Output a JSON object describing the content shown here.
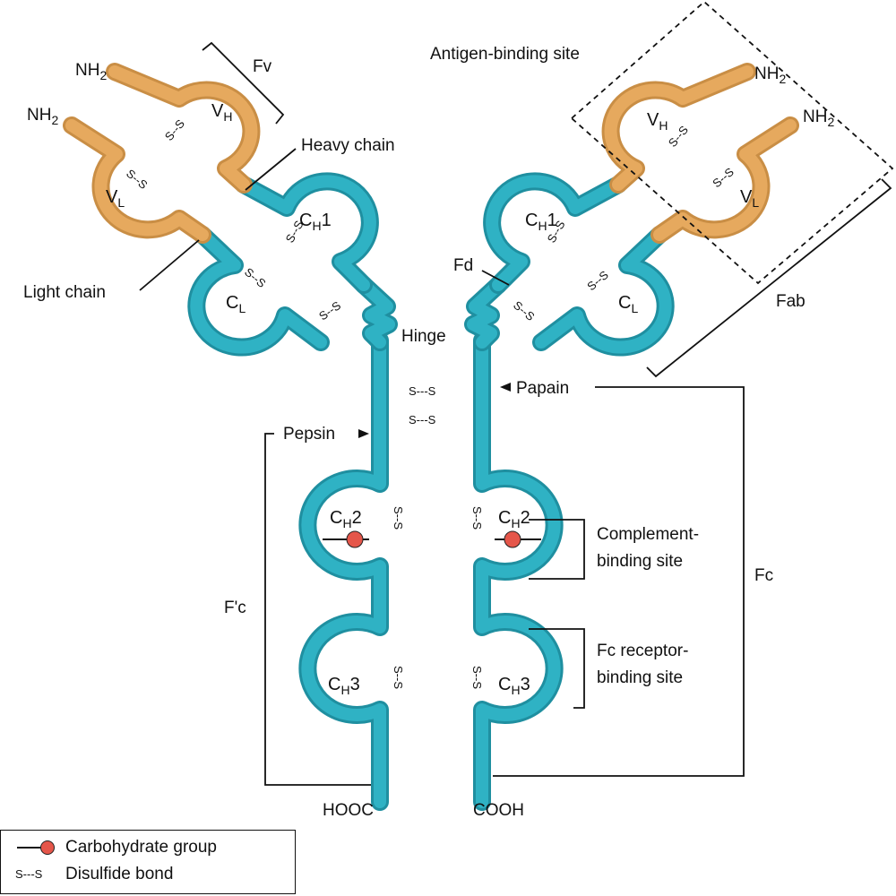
{
  "colors": {
    "heavy_chain_constant": "#2fb2c4",
    "variable_region": "#e6a95e",
    "carbohydrate": "#e5564a"
  },
  "labels": {
    "nh2": "NH",
    "nh2_sub": "2",
    "fv": "Fv",
    "heavy_chain": "Heavy chain",
    "light_chain": "Light chain",
    "antigen_binding_site": "Antigen-binding site",
    "fd": "Fd",
    "fab": "Fab",
    "hinge": "Hinge",
    "papain": "Papain",
    "pepsin": "Pepsin",
    "fc": "Fc",
    "f_prime_c": "F'c",
    "complement_line1": "Complement-",
    "complement_line2": "binding site",
    "fc_receptor_line1": "Fc receptor-",
    "fc_receptor_line2": "binding site",
    "hooc": "HOOC",
    "cooh": "COOH",
    "ss_bond": "S---S",
    "ss_short": "S--S",
    "s": "S"
  },
  "domains": {
    "vh": {
      "main": "V",
      "sub": "H"
    },
    "vl": {
      "main": "V",
      "sub": "L"
    },
    "ch1": {
      "main": "C",
      "sub": "H",
      "post": "1"
    },
    "cl": {
      "main": "C",
      "sub": "L"
    },
    "ch2": {
      "main": "C",
      "sub": "H",
      "post": "2"
    },
    "ch3": {
      "main": "C",
      "sub": "H",
      "post": "3"
    }
  },
  "legend": {
    "carbohydrate": "Carbohydrate group",
    "disulfide_symbol": "S---S",
    "disulfide": "Disulfide bond"
  }
}
